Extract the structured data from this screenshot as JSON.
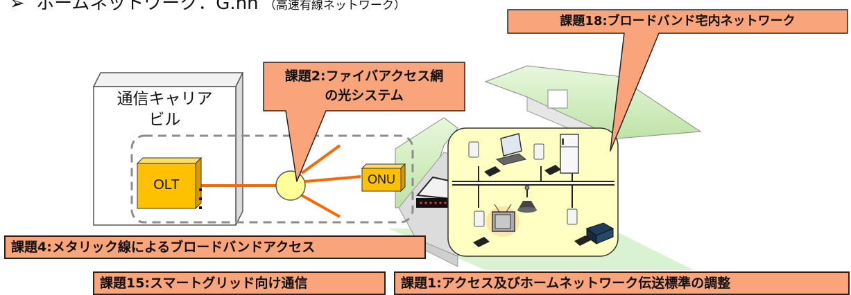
{
  "top_heading": {
    "bullet": "➢",
    "text": "ホームネットワーク：G.hn",
    "note": "（高速有線ネットワーク）"
  },
  "building": {
    "label_line1": "通信キャリア",
    "label_line2": "ビル"
  },
  "devices": {
    "olt": "OLT",
    "onu": "ONU"
  },
  "callouts": {
    "fiber": {
      "line1": "課題2:ファイバアクセス網",
      "line2": "の光システム"
    },
    "home_network": "課題18:ブロードバンド宅内ネットワーク"
  },
  "labels": {
    "metallic": "課題4:メタリック線によるブロードバンドアクセス",
    "smart_grid": "課題15:スマートグリッド向け通信",
    "standards": "課題1:アクセス及びホームネットワーク伝送標準の調整"
  },
  "colors": {
    "callout_fill": "#f9a47b",
    "fiber_line": "#ff6600",
    "olt_fill": "#ffc000",
    "home_fill": "#ffffc4",
    "roof": "#d8f0c8",
    "house_wall": "#ececec"
  }
}
